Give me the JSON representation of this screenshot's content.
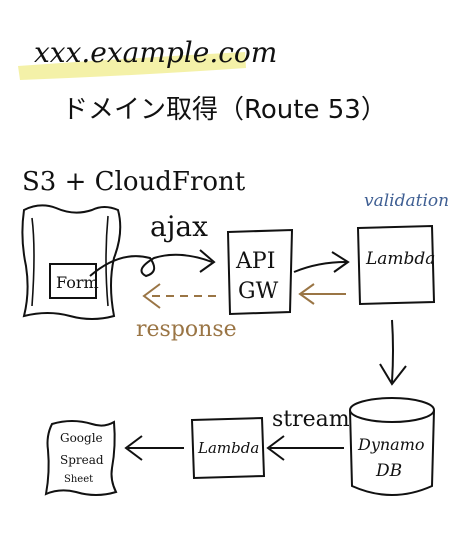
{
  "header": {
    "domain_text": "xxx.example.com",
    "domain_step": "ドメイン取得（Route 53）"
  },
  "frontend": {
    "hosting_label": "S3 + CloudFront",
    "form_label": "Form"
  },
  "arrows": {
    "ajax_label": "ajax",
    "response_label": "response",
    "stream_label": "stream"
  },
  "api_gateway": {
    "line1": "API",
    "line2": "GW"
  },
  "lambda_validation": {
    "label": "Lambda",
    "note": "validation"
  },
  "dynamodb": {
    "line1": "Dynamo",
    "line2": "DB"
  },
  "lambda_export": {
    "label": "Lambda"
  },
  "sheet": {
    "line1": "Google",
    "line2": "Spread",
    "line3": "Sheet"
  },
  "colors": {
    "ink": "#111111",
    "highlight": "#f3ef9f",
    "blue_note": "#3f5f93",
    "brown": "#9a7545"
  }
}
